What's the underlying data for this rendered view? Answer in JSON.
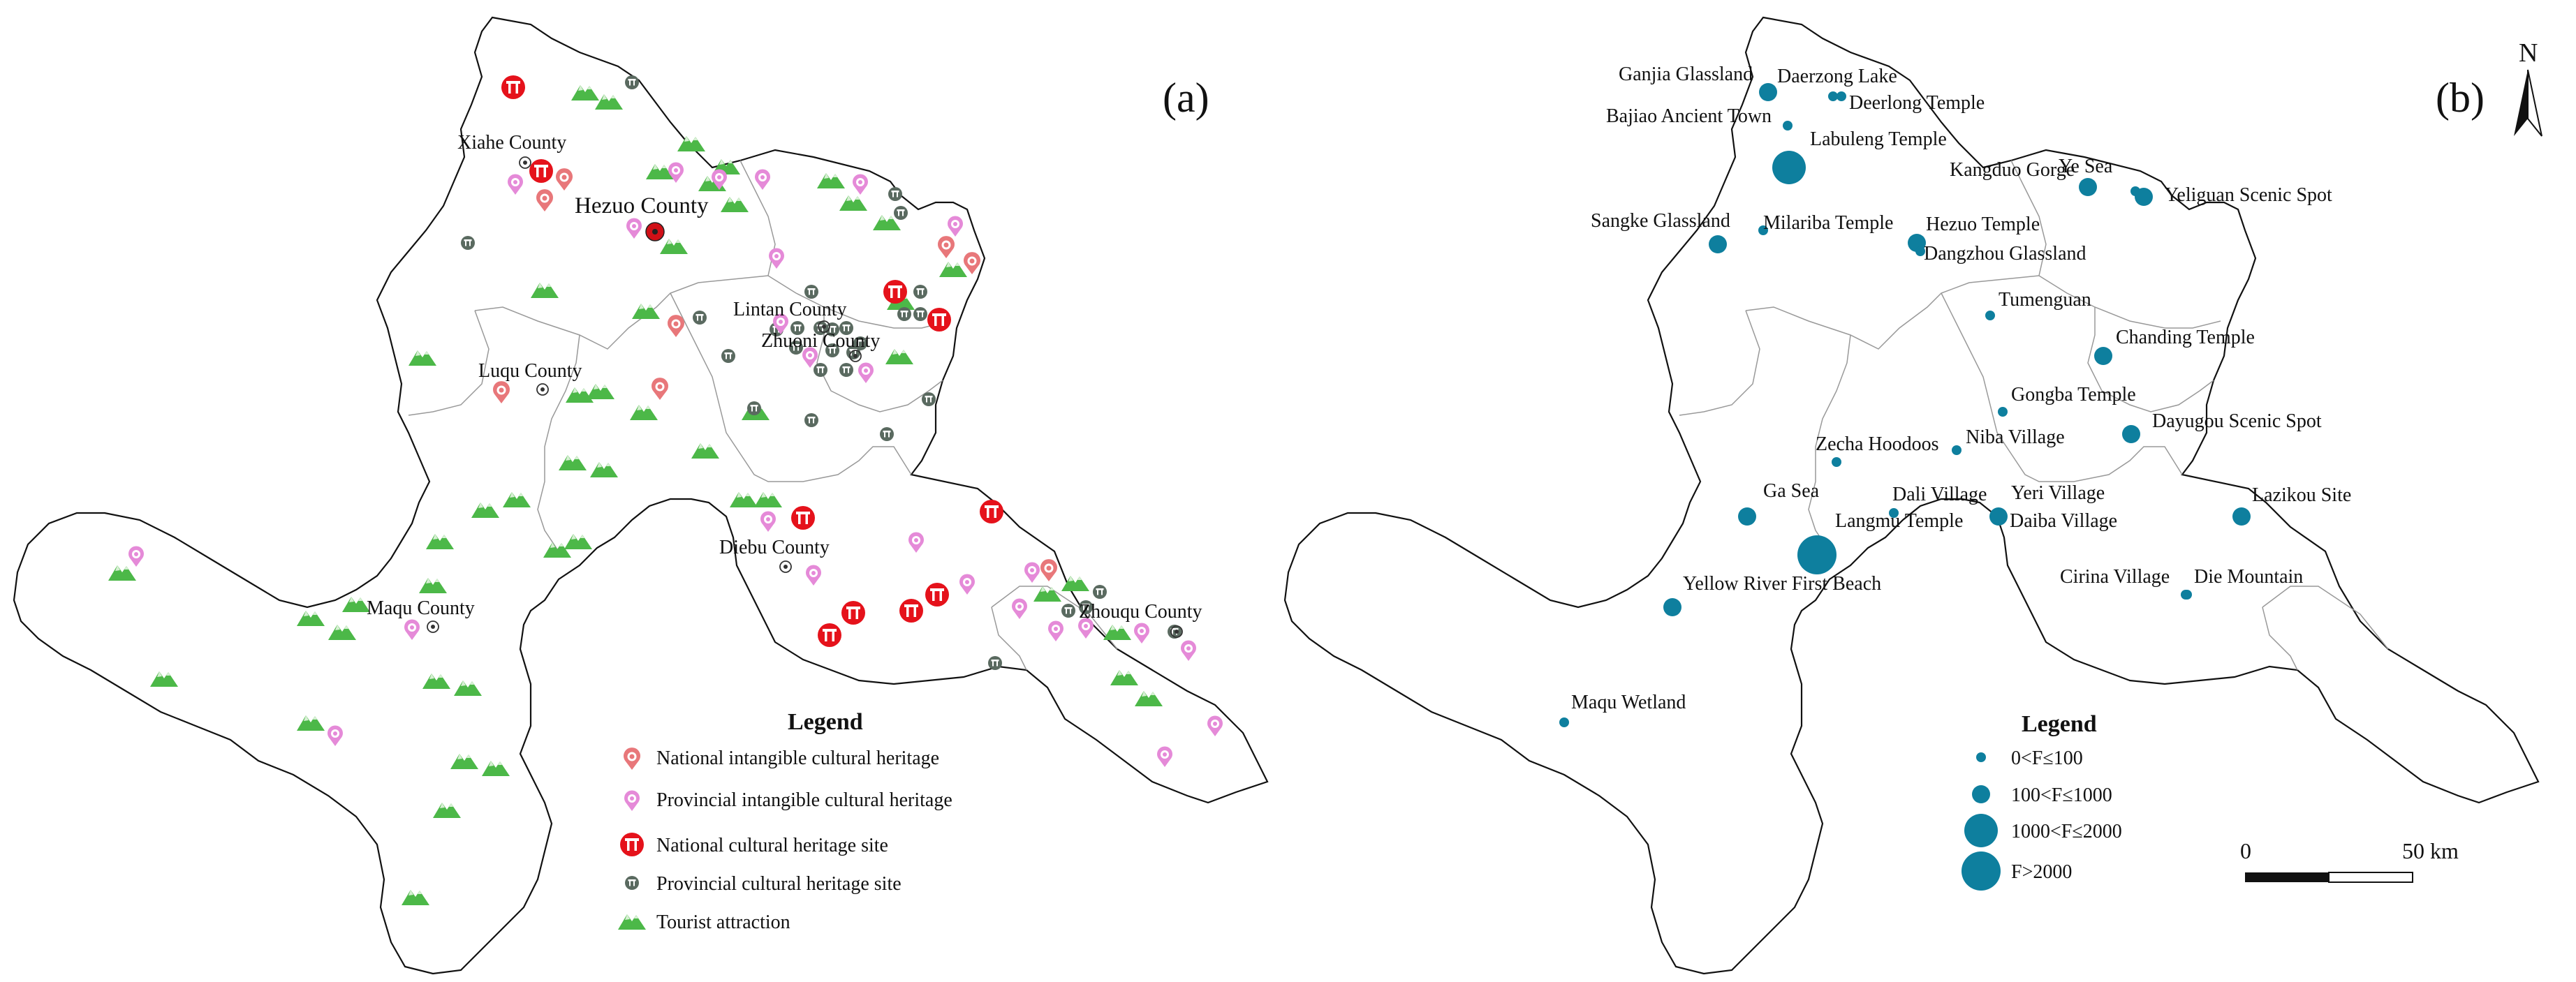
{
  "panel_a": {
    "label": "(a)",
    "counties": [
      {
        "name": "Xiahe County",
        "sym": "county-seat"
      },
      {
        "name": "Hezuo County",
        "sym": "capital"
      },
      {
        "name": "Luqu County",
        "sym": "county-seat"
      },
      {
        "name": "Lintan County",
        "sym": "county-seat"
      },
      {
        "name": "Zhuoni County",
        "sym": "county-seat"
      },
      {
        "name": "Diebu County",
        "sym": "county-seat"
      },
      {
        "name": "Maqu County",
        "sym": "county-seat"
      },
      {
        "name": "Zhouqu County",
        "sym": "county-seat"
      }
    ],
    "legend": {
      "title": "Legend",
      "items": [
        {
          "label": "National intangible cultural heritage",
          "icon": "national-ich-icon",
          "color": "#e8777a"
        },
        {
          "label": "Provincial intangible cultural heritage",
          "icon": "provincial-ich-icon",
          "color": "#e58ad8"
        },
        {
          "label": "National cultural heritage site",
          "icon": "national-site-icon",
          "color": "#e5121b"
        },
        {
          "label": "Provincial cultural heritage site",
          "icon": "provincial-site-icon",
          "color": "#5a6a60"
        },
        {
          "label": "Tourist attraction",
          "icon": "mountain-icon",
          "color": "#4cb848"
        }
      ]
    }
  },
  "panel_b": {
    "label": "(b)",
    "north_label": "N",
    "point_color": "#0e7f9e",
    "attractions": [
      {
        "name": "Ganjia Glassland",
        "class": 2
      },
      {
        "name": "Daerzong Lake",
        "class": 1
      },
      {
        "name": "Deerlong Temple",
        "class": 1
      },
      {
        "name": "Bajiao Ancient Town",
        "class": 1
      },
      {
        "name": "Labuleng Temple",
        "class": 3
      },
      {
        "name": "Kangduo Gorge",
        "class": 2
      },
      {
        "name": "Ye Sea",
        "class": 1
      },
      {
        "name": "Yeliguan Scenic Spot",
        "class": 2
      },
      {
        "name": "Sangke Glassland",
        "class": 2
      },
      {
        "name": "Milariba Temple",
        "class": 1
      },
      {
        "name": "Hezuo Temple",
        "class": 2
      },
      {
        "name": "Dangzhou Glassland",
        "class": 1
      },
      {
        "name": "Tumenguan",
        "class": 1
      },
      {
        "name": "Chanding Temple",
        "class": 2
      },
      {
        "name": "Gongba Temple",
        "class": 1
      },
      {
        "name": "Dayugou Scenic Spot",
        "class": 2
      },
      {
        "name": "Zecha Hoodoos",
        "class": 1
      },
      {
        "name": "Niba Village",
        "class": 1
      },
      {
        "name": "Ga Sea",
        "class": 2
      },
      {
        "name": "Dali Village",
        "class": 1
      },
      {
        "name": "Yeri Village",
        "class": 1
      },
      {
        "name": "Langmu Temple",
        "class": 4
      },
      {
        "name": "Daiba Village",
        "class": 2
      },
      {
        "name": "Lazikou Site",
        "class": 2
      },
      {
        "name": "Yellow River First Beach",
        "class": 2
      },
      {
        "name": "Cirina Village",
        "class": 1
      },
      {
        "name": "Die Mountain",
        "class": 1
      },
      {
        "name": "Maqu Wetland",
        "class": 1
      }
    ],
    "legend": {
      "title": "Legend",
      "items": [
        {
          "label": "0<F≤100",
          "class": 1
        },
        {
          "label": "100<F≤1000",
          "class": 2
        },
        {
          "label": "1000<F≤2000",
          "class": 3
        },
        {
          "label": "F>2000",
          "class": 4
        }
      ]
    },
    "scale_bar": {
      "start_label": "0",
      "end_label": "50 km"
    }
  }
}
